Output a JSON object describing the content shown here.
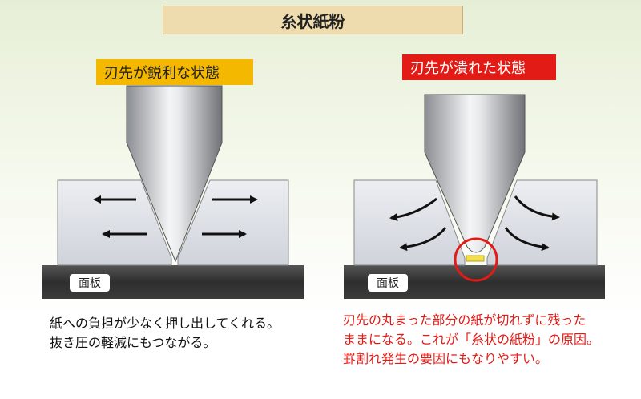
{
  "title": "糸状紙粉",
  "left": {
    "label": "刃先が鋭利な状態",
    "plate_label": "面板",
    "desc": [
      "紙への負担が少なく押し出してくれる。",
      "抜き圧の軽減にもつながる。"
    ]
  },
  "right": {
    "label": "刃先が潰れた状態",
    "plate_label": "面板",
    "desc": [
      "刃先の丸まった部分の紙が切れずに残った",
      "ままになる。これが「糸状の紙粉」の原因。",
      "罫割れ発生の要因にもなりやすい。"
    ]
  },
  "colors": {
    "title_bg": "#eedcae",
    "left_label_bg": "#f5b800",
    "right_label_bg": "#e21b16",
    "plate": "#3a3a3a",
    "paper": "#dde0e6",
    "highlight": "#e21b16",
    "paper_residue": "#f2e04a"
  }
}
